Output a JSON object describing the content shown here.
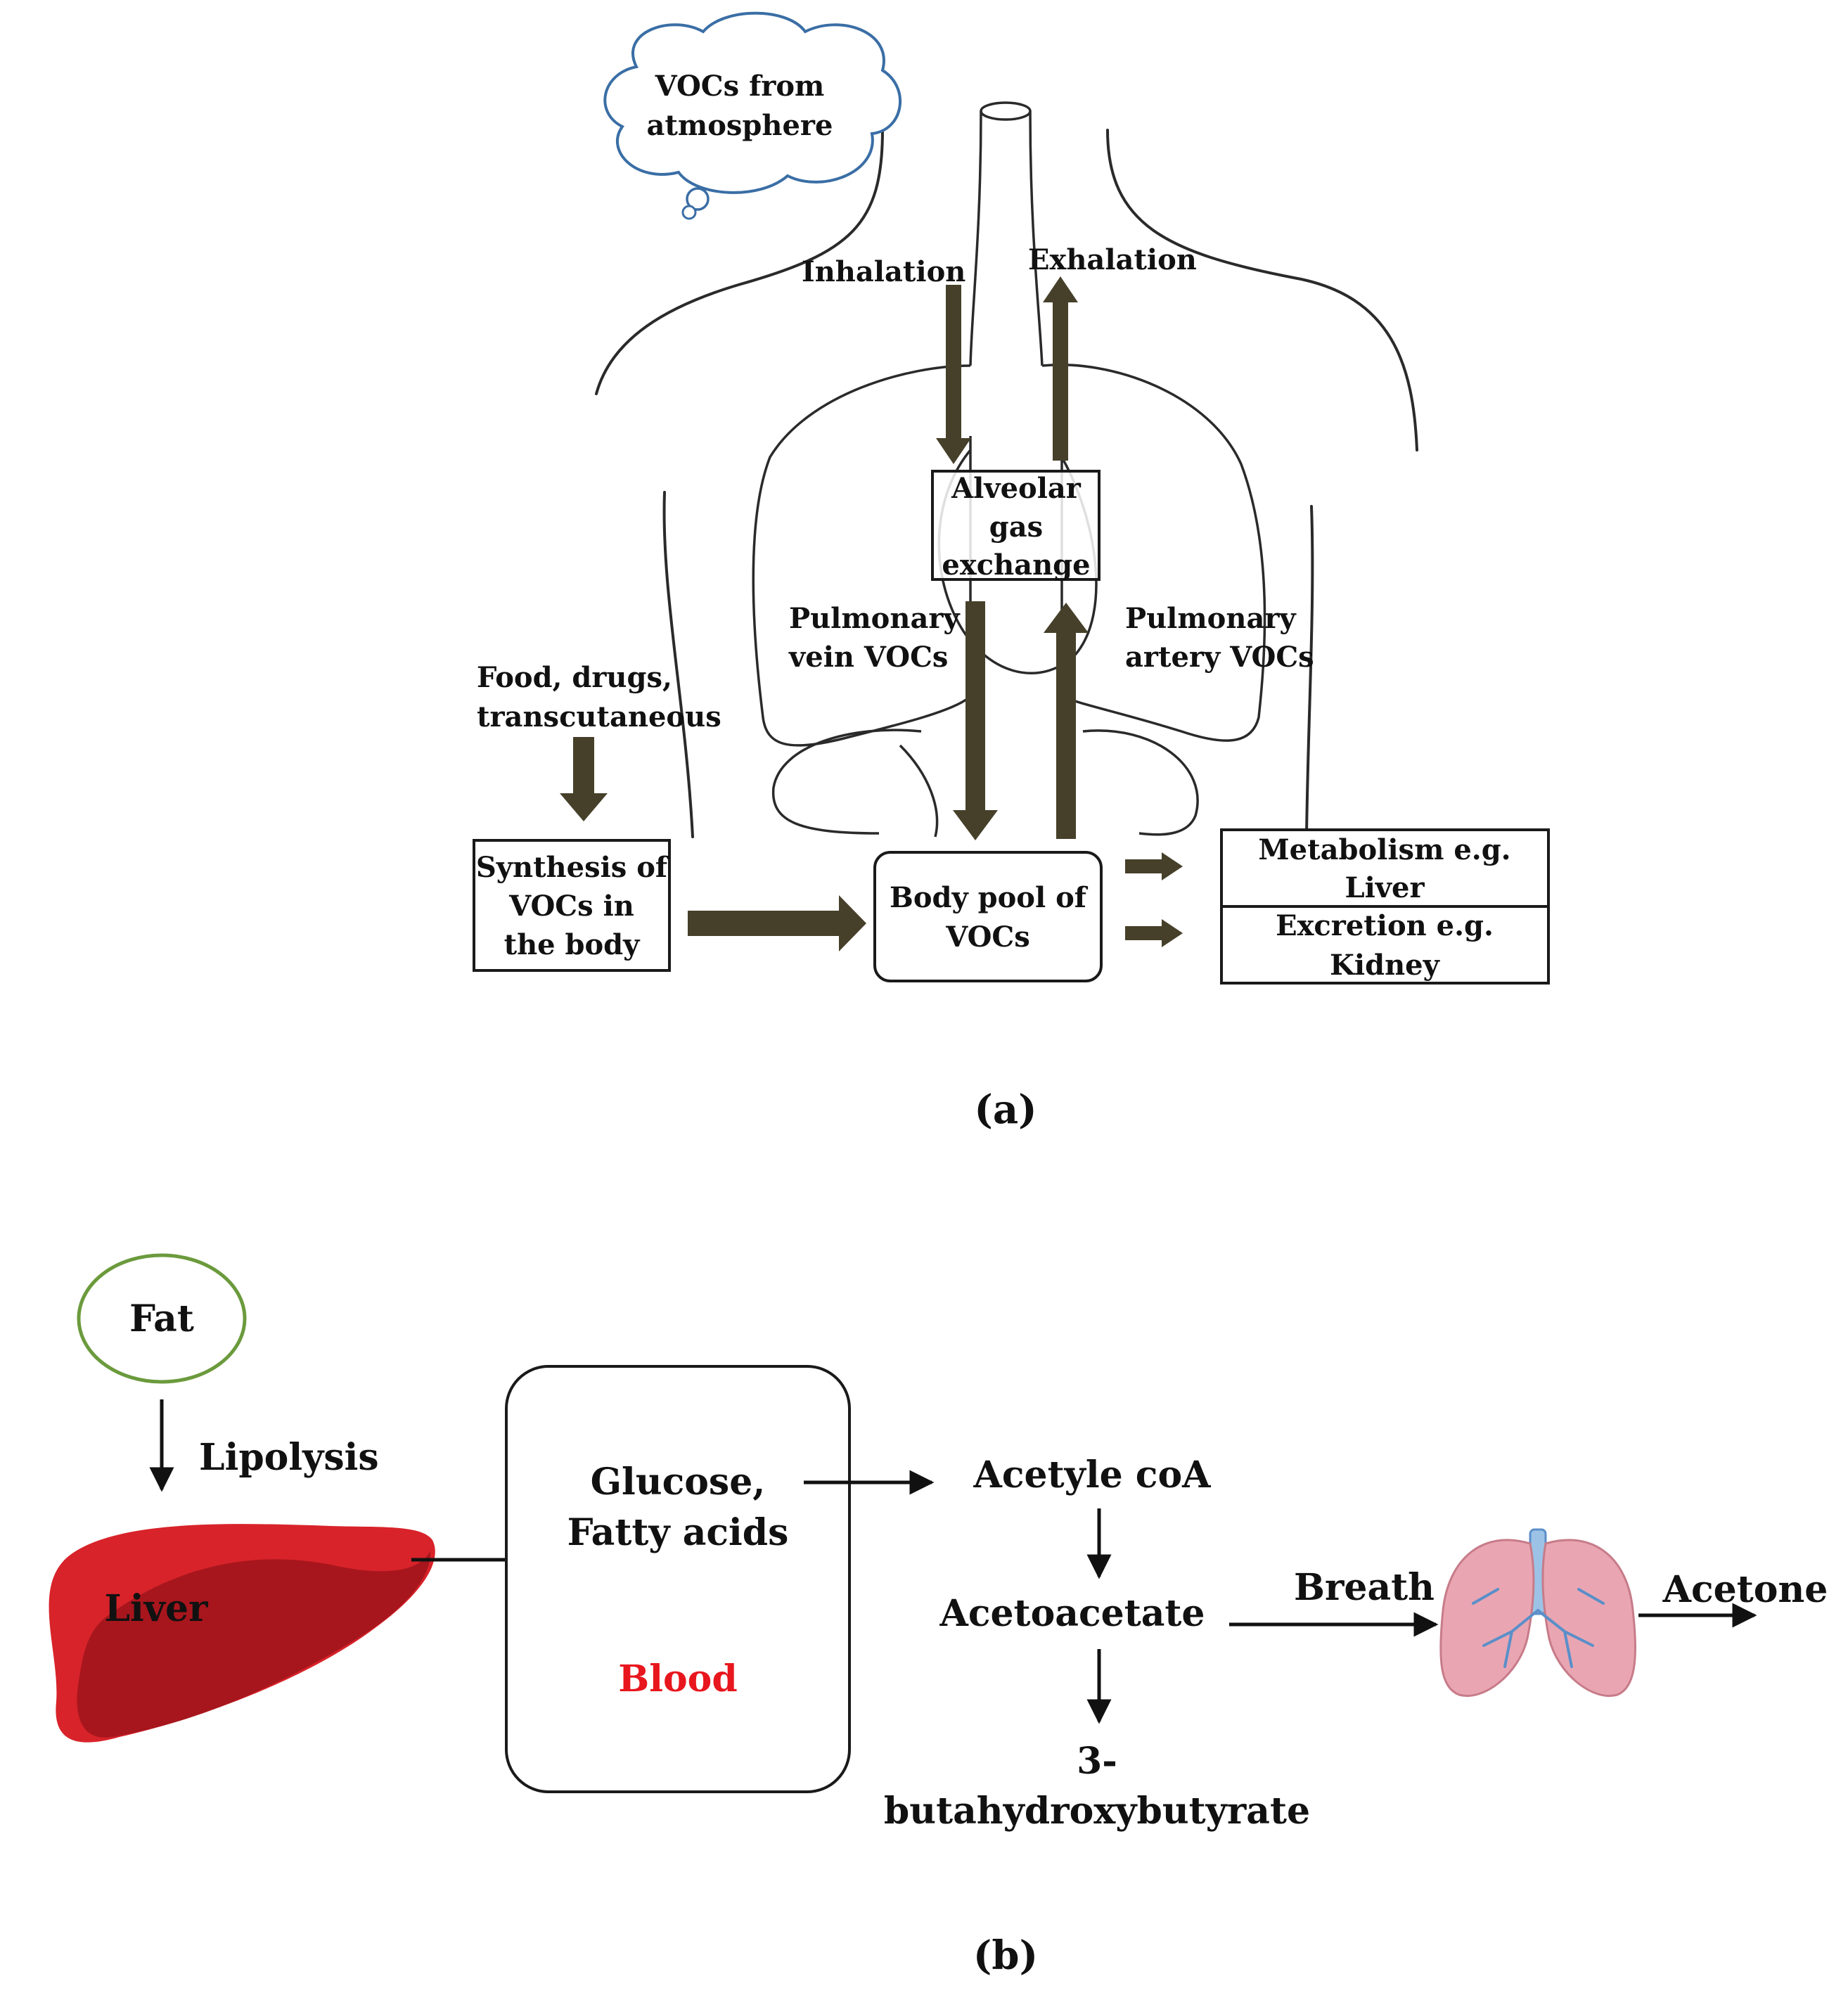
{
  "panel_a": {
    "cloud": {
      "line1": "VOCs from",
      "line2": "atmosphere"
    },
    "inhalation": "Inhalation",
    "exhalation": "Exhalation",
    "alveolar": {
      "line1": "Alveolar",
      "line2": "gas",
      "line3": "exchange"
    },
    "pulmonary_vein": {
      "line1": "Pulmonary",
      "line2": "vein VOCs"
    },
    "pulmonary_artery": {
      "line1": "Pulmonary",
      "line2": "artery VOCs"
    },
    "food": {
      "line1": "Food, drugs,",
      "line2": "transcutaneous"
    },
    "synthesis": {
      "line1": "Synthesis of",
      "line2": "VOCs in",
      "line3": "the body"
    },
    "body_pool": {
      "line1": "Body pool  of",
      "line2": "VOCs"
    },
    "metabolism": {
      "line1": "Metabolism e.g.",
      "line2": "Liver"
    },
    "excretion": {
      "line1": "Excretion e.g.",
      "line2": "Kidney"
    },
    "caption": "(a)"
  },
  "panel_b": {
    "fat": "Fat",
    "lipolysis": "Lipolysis",
    "liver": "Liver",
    "glucose": {
      "line1": "Glucose,",
      "line2": "Fatty acids"
    },
    "blood": "Blood",
    "acetyl": "Acetyle coA",
    "acetoacetate": "Acetoacetate",
    "butyrate": {
      "line1": "3-",
      "line2": "butahydroxybutyrate"
    },
    "breath": "Breath",
    "acetone": "Acetone",
    "caption": "(b)"
  },
  "colors": {
    "arrow_brown": "#46402a",
    "cloud_blue": "#3a6ea5",
    "fat_green": "#6b9a3c",
    "liver_red": "#d8232a",
    "liver_dark": "#a8161d",
    "blood_red": "#e8161d",
    "lung_pink": "#e9a6b2",
    "vessel_blue": "#5b8fc9"
  }
}
